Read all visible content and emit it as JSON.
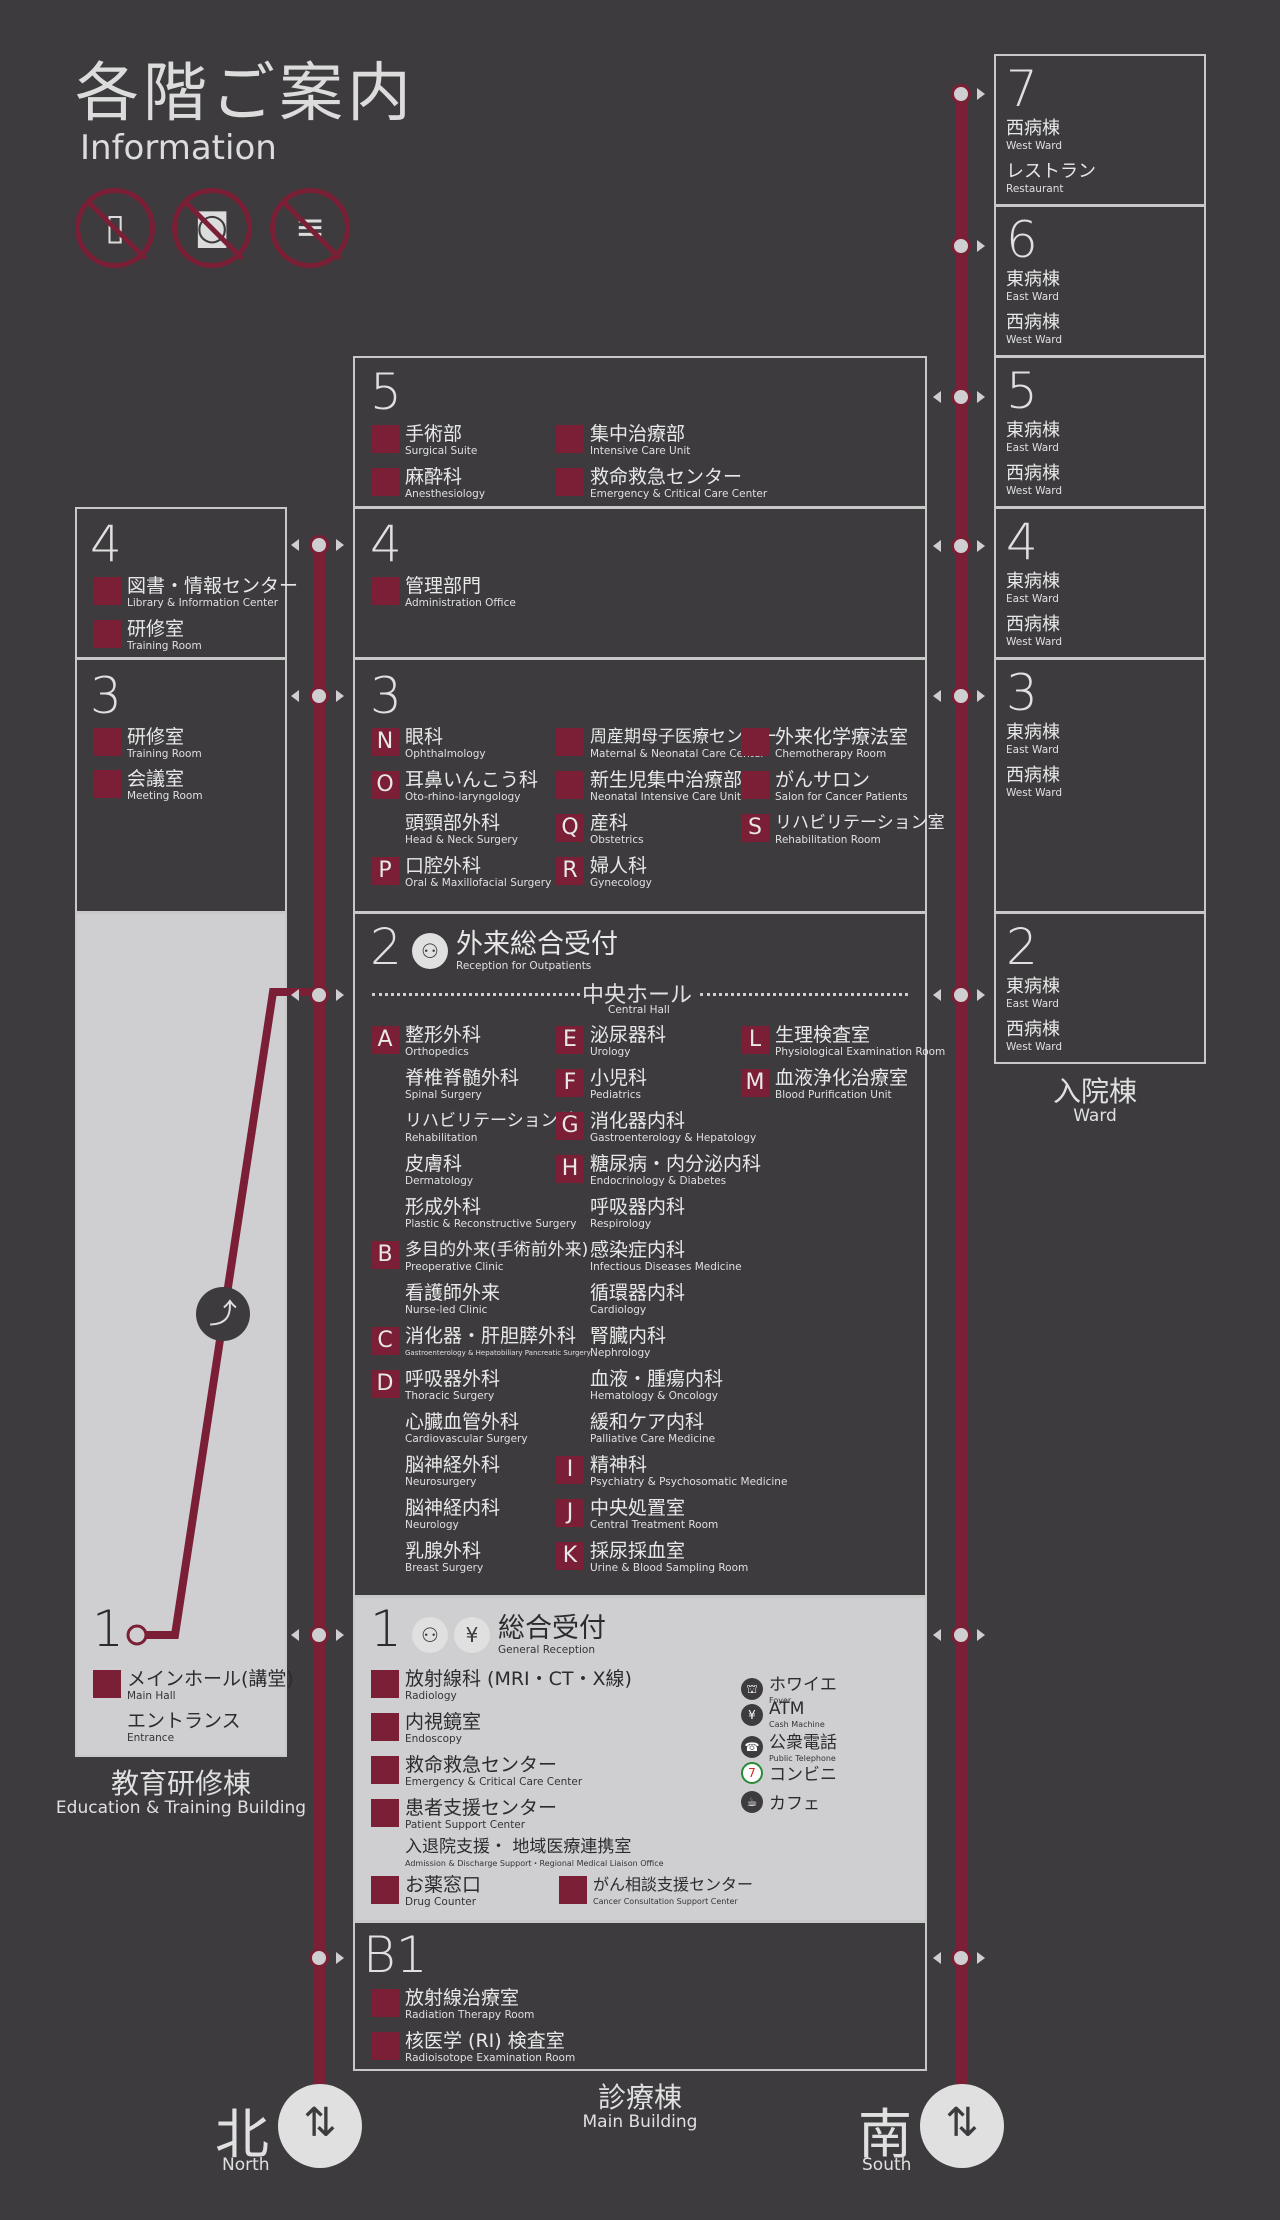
{
  "header": {
    "title_jp": "各階ご案内",
    "title_en": "Information",
    "prohibitions": [
      {
        "name": "no-phone",
        "glyph": "📱"
      },
      {
        "name": "no-camera",
        "glyph": "📷"
      },
      {
        "name": "no-smoking",
        "glyph": "🚬"
      }
    ]
  },
  "colors": {
    "accent": "#7a1f35",
    "background": "#3d3b3e",
    "panel_light": "#cfcfd2"
  },
  "ward": {
    "caption_jp": "入院棟",
    "caption_en": "Ward",
    "floors": [
      {
        "num": "7",
        "items": [
          {
            "jp": "西病棟",
            "en": "West Ward"
          },
          {
            "jp": "レストラン",
            "en": "Restaurant"
          }
        ]
      },
      {
        "num": "6",
        "items": [
          {
            "jp": "東病棟",
            "en": "East Ward"
          },
          {
            "jp": "西病棟",
            "en": "West Ward"
          }
        ]
      },
      {
        "num": "5",
        "items": [
          {
            "jp": "東病棟",
            "en": "East Ward"
          },
          {
            "jp": "西病棟",
            "en": "West Ward"
          }
        ]
      },
      {
        "num": "4",
        "items": [
          {
            "jp": "東病棟",
            "en": "East Ward"
          },
          {
            "jp": "西病棟",
            "en": "West Ward"
          }
        ]
      },
      {
        "num": "3",
        "items": [
          {
            "jp": "東病棟",
            "en": "East Ward"
          },
          {
            "jp": "西病棟",
            "en": "West Ward"
          }
        ]
      },
      {
        "num": "2",
        "items": [
          {
            "jp": "東病棟",
            "en": "East Ward"
          },
          {
            "jp": "西病棟",
            "en": "West Ward"
          }
        ]
      }
    ]
  },
  "edu": {
    "caption_jp": "教育研修棟",
    "caption_en": "Education & Training Building",
    "floors": [
      {
        "num": "4",
        "items": [
          {
            "jp": "図書・情報センター",
            "en": "Library & Information Center"
          },
          {
            "jp": "研修室",
            "en": "Training Room"
          }
        ]
      },
      {
        "num": "3",
        "items": [
          {
            "jp": "研修室",
            "en": "Training Room"
          },
          {
            "jp": "会議室",
            "en": "Meeting Room"
          }
        ]
      },
      {
        "num": "1",
        "items": [
          {
            "jp": "メインホール(講堂)",
            "en": "Main Hall"
          },
          {
            "jp": "エントランス",
            "en": "Entrance"
          }
        ]
      }
    ]
  },
  "main": {
    "caption_jp": "診療棟",
    "caption_en": "Main Building",
    "f5": {
      "num": "5",
      "items": [
        {
          "jp": "手術部",
          "en": "Surgical Suite"
        },
        {
          "jp": "麻酔科",
          "en": "Anesthesiology"
        },
        {
          "jp": "集中治療部",
          "en": "Intensive Care Unit"
        },
        {
          "jp": "救命救急センター",
          "en": "Emergency & Critical Care Center"
        }
      ]
    },
    "f4": {
      "num": "4",
      "items": [
        {
          "jp": "管理部門",
          "en": "Administration Office"
        }
      ]
    },
    "f3": {
      "num": "3",
      "items": [
        {
          "mk": "N",
          "jp": "眼科",
          "en": "Ophthalmology"
        },
        {
          "mk": "O",
          "jp": "耳鼻いんこう科",
          "en": "Oto-rhino-laryngology"
        },
        {
          "mk": "",
          "jp": "頭頸部外科",
          "en": "Head & Neck Surgery"
        },
        {
          "mk": "P",
          "jp": "口腔外科",
          "en": "Oral & Maxillofacial Surgery"
        },
        {
          "mk": "■",
          "jp": "周産期母子医療センター",
          "en": "Maternal & Neonatal Care Center"
        },
        {
          "mk": "■",
          "jp": "新生児集中治療部",
          "en": "Neonatal Intensive Care Unit"
        },
        {
          "mk": "Q",
          "jp": "産科",
          "en": "Obstetrics"
        },
        {
          "mk": "R",
          "jp": "婦人科",
          "en": "Gynecology"
        },
        {
          "mk": "■",
          "jp": "外来化学療法室",
          "en": "Chemotherapy Room"
        },
        {
          "mk": "■",
          "jp": "がんサロン",
          "en": "Salon for Cancer Patients"
        },
        {
          "mk": "S",
          "jp": "リハビリテーション室",
          "en": "Rehabilitation Room"
        }
      ]
    },
    "f2": {
      "num": "2",
      "reception_jp": "外来総合受付",
      "reception_en": "Reception for Outpatients",
      "hall_jp": "中央ホール",
      "hall_en": "Central Hall",
      "items": [
        {
          "mk": "A",
          "jp": "整形外科",
          "en": "Orthopedics"
        },
        {
          "mk": "",
          "jp": "脊椎脊髄外科",
          "en": "Spinal Surgery"
        },
        {
          "mk": "",
          "jp": "リハビリテーション科",
          "en": "Rehabilitation"
        },
        {
          "mk": "",
          "jp": "皮膚科",
          "en": "Dermatology"
        },
        {
          "mk": "",
          "jp": "形成外科",
          "en": "Plastic & Reconstructive Surgery"
        },
        {
          "mk": "B",
          "jp": "多目的外来(手術前外来)",
          "en": "Preoperative Clinic"
        },
        {
          "mk": "",
          "jp": "看護師外来",
          "en": "Nurse-led Clinic"
        },
        {
          "mk": "C",
          "jp": "消化器・肝胆膵外科",
          "en": "Gastroenterology & Hepatobiliary Pancreatic Surgery"
        },
        {
          "mk": "D",
          "jp": "呼吸器外科",
          "en": "Thoracic Surgery"
        },
        {
          "mk": "",
          "jp": "心臓血管外科",
          "en": "Cardiovascular Surgery"
        },
        {
          "mk": "",
          "jp": "脳神経外科",
          "en": "Neurosurgery"
        },
        {
          "mk": "",
          "jp": "脳神経内科",
          "en": "Neurology"
        },
        {
          "mk": "",
          "jp": "乳腺外科",
          "en": "Breast Surgery"
        },
        {
          "mk": "E",
          "jp": "泌尿器科",
          "en": "Urology"
        },
        {
          "mk": "F",
          "jp": "小児科",
          "en": "Pediatrics"
        },
        {
          "mk": "G",
          "jp": "消化器内科",
          "en": "Gastroenterology & Hepatology"
        },
        {
          "mk": "H",
          "jp": "糖尿病・内分泌内科",
          "en": "Endocrinology & Diabetes"
        },
        {
          "mk": "",
          "jp": "呼吸器内科",
          "en": "Respirology"
        },
        {
          "mk": "",
          "jp": "感染症内科",
          "en": "Infectious Diseases Medicine"
        },
        {
          "mk": "",
          "jp": "循環器内科",
          "en": "Cardiology"
        },
        {
          "mk": "",
          "jp": "腎臓内科",
          "en": "Nephrology"
        },
        {
          "mk": "",
          "jp": "血液・腫瘍内科",
          "en": "Hematology & Oncology"
        },
        {
          "mk": "",
          "jp": "緩和ケア内科",
          "en": "Palliative Care Medicine"
        },
        {
          "mk": "I",
          "jp": "精神科",
          "en": "Psychiatry & Psychosomatic Medicine"
        },
        {
          "mk": "J",
          "jp": "中央処置室",
          "en": "Central Treatment Room"
        },
        {
          "mk": "K",
          "jp": "採尿採血室",
          "en": "Urine & Blood Sampling Room"
        },
        {
          "mk": "L",
          "jp": "生理検査室",
          "en": "Physiological Examination Room"
        },
        {
          "mk": "M",
          "jp": "血液浄化治療室",
          "en": "Blood Purification Unit"
        }
      ]
    },
    "f1": {
      "num": "1",
      "reception_jp": "総合受付",
      "reception_en": "General Reception",
      "items": [
        {
          "jp": "放射線科 (MRI・CT・X線)",
          "en": "Radiology"
        },
        {
          "jp": "内視鏡室",
          "en": "Endoscopy"
        },
        {
          "jp": "救命救急センター",
          "en": "Emergency & Critical Care Center"
        },
        {
          "jp": "患者支援センター",
          "en": "Patient Support Center"
        },
        {
          "jp": "お薬窓口",
          "en": "Drug Counter"
        },
        {
          "jp": "がん相談支援センター",
          "en": "Cancer Consultation Support Center"
        }
      ],
      "sub_jp": "入退院支援・ 地域医療連携室",
      "sub_en": "Admission & Discharge Support・Regional Medical Liaison Office",
      "services": [
        {
          "icon": "foyer-icon",
          "glyph": "⛫",
          "jp": "ホワイエ",
          "en": "Foyer"
        },
        {
          "icon": "atm-icon",
          "glyph": "¥",
          "jp": "ATM",
          "en": "Cash Machine"
        },
        {
          "icon": "phone-icon",
          "glyph": "☎",
          "jp": "公衆電話",
          "en": "Public Telephone"
        },
        {
          "icon": "convenience-icon",
          "glyph": "7",
          "jp": "コンビニ",
          "en": ""
        },
        {
          "icon": "cafe-icon",
          "glyph": "☕",
          "jp": "カフェ",
          "en": ""
        }
      ]
    },
    "b1": {
      "num": "B1",
      "items": [
        {
          "jp": "放射線治療室",
          "en": "Radiation Therapy Room"
        },
        {
          "jp": "核医学 (RI) 検査室",
          "en": "Radioisotope Examination Room"
        }
      ]
    }
  },
  "elevators": {
    "north_jp": "北",
    "north_en": "North",
    "south_jp": "南",
    "south_en": "South"
  }
}
